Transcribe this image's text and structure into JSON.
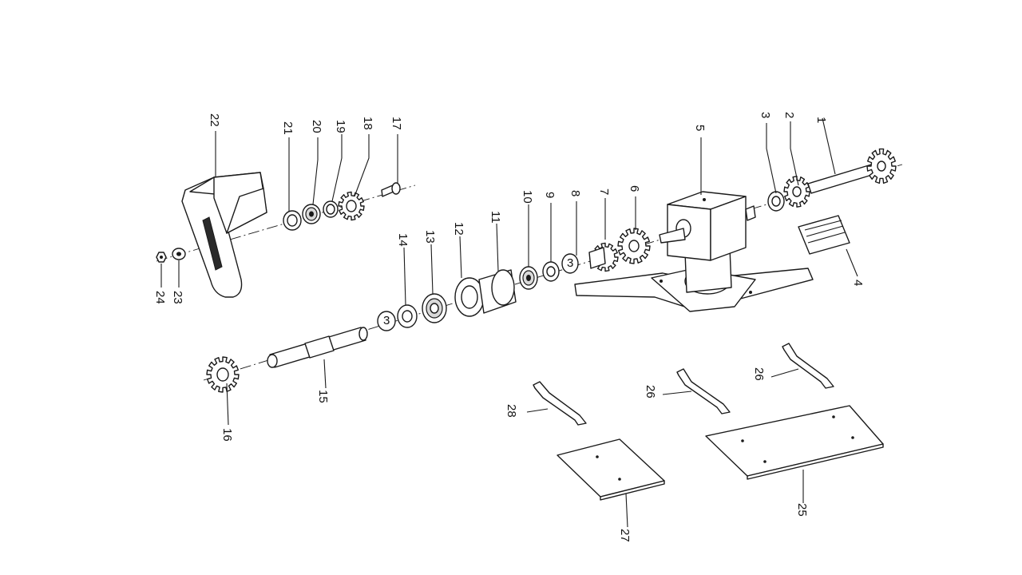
{
  "callouts": [
    "1",
    "2",
    "3",
    "4",
    "5",
    "6",
    "7",
    "8",
    "9",
    "10",
    "11",
    "12",
    "13",
    "14",
    "15",
    "16",
    "17",
    "18",
    "19",
    "20",
    "21",
    "22",
    "23",
    "24",
    "25",
    "26",
    "26",
    "27",
    "28"
  ],
  "colors": {
    "line": "#1a1a1a",
    "background": "#ffffff"
  }
}
